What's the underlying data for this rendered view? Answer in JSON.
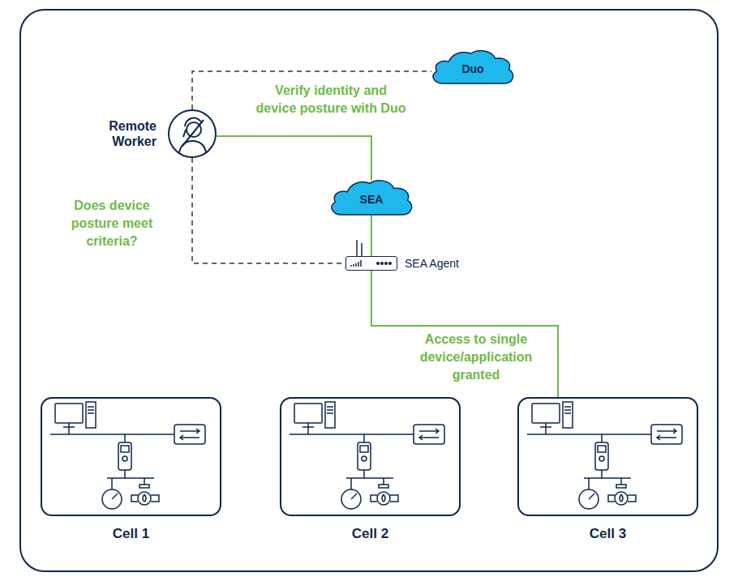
{
  "diagram": {
    "nodes": [
      {
        "text": [
          "Remote Worker"
        ]
      },
      {
        "text": [
          "Duo"
        ]
      },
      {
        "text": [
          "SEA"
        ]
      },
      {
        "text": [
          "SEA Agent"
        ]
      },
      {
        "text": [
          "Cell 1"
        ]
      },
      {
        "text": [
          "Cell 2"
        ]
      },
      {
        "text": [
          "Cell 3"
        ]
      }
    ],
    "edges": [
      {
        "from": 0,
        "to": 1,
        "arrow": "none"
      },
      {
        "from": 0,
        "to": 2,
        "arrow": "none"
      },
      {
        "from": 2,
        "to": 3,
        "arrow": "none"
      },
      {
        "from": 0,
        "to": 3,
        "arrow": "none"
      },
      {
        "from": 3,
        "to": 6,
        "arrow": "none"
      }
    ],
    "labels": [
      "Verify identity and device posture with Duo",
      "Does device posture meet criteria?",
      "Access to single device/application granted"
    ]
  }
}
